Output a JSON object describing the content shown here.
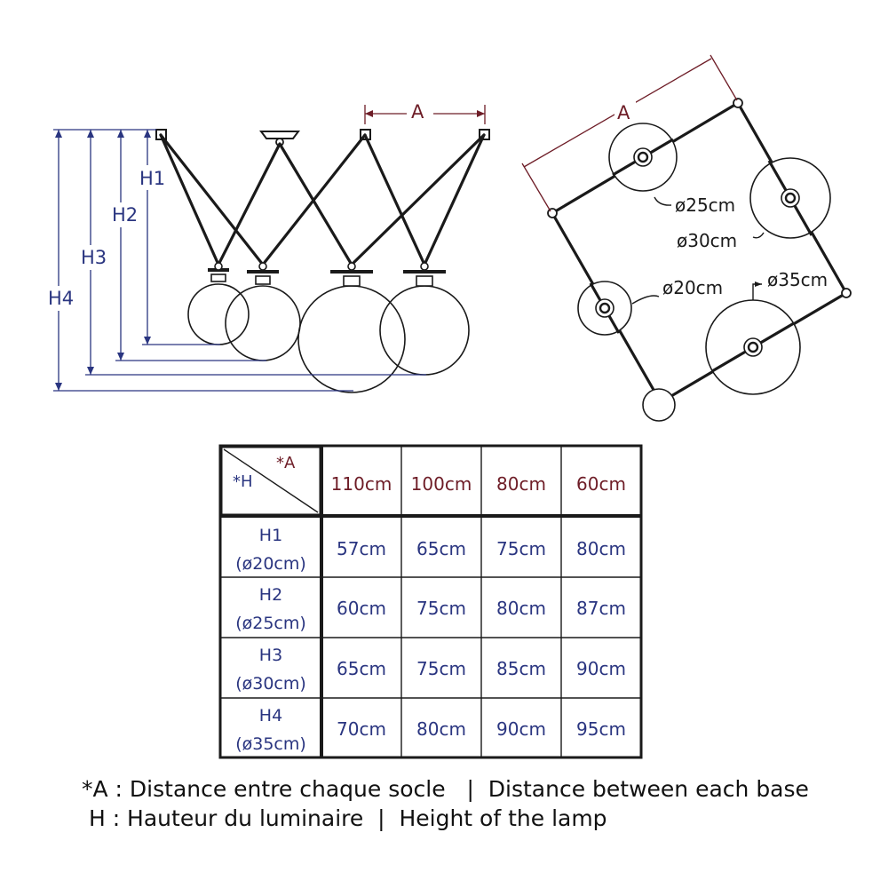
{
  "side_view": {
    "label_a": "A",
    "heights": [
      "H1",
      "H2",
      "H3",
      "H4"
    ]
  },
  "top_view": {
    "label_a": "A",
    "diameters": [
      "ø25cm",
      "ø30cm",
      "ø20cm",
      "ø35cm"
    ]
  },
  "table": {
    "corner_a": "*A",
    "corner_h": "*H",
    "distances": [
      "110cm",
      "100cm",
      "80cm",
      "60cm"
    ],
    "rows": [
      {
        "name": "H1",
        "diameter": "(ø20cm)",
        "values": [
          "57cm",
          "65cm",
          "75cm",
          "80cm"
        ]
      },
      {
        "name": "H2",
        "diameter": "(ø25cm)",
        "values": [
          "60cm",
          "75cm",
          "80cm",
          "87cm"
        ]
      },
      {
        "name": "H3",
        "diameter": "(ø30cm)",
        "values": [
          "65cm",
          "75cm",
          "85cm",
          "90cm"
        ]
      },
      {
        "name": "H4",
        "diameter": "(ø35cm)",
        "values": [
          "70cm",
          "80cm",
          "90cm",
          "95cm"
        ]
      }
    ]
  },
  "legend": {
    "line1": "*A : Distance entre chaque socle   |  Distance between each base",
    "line2": " H : Hauteur du luminaire  |  Height of the lamp"
  },
  "colors": {
    "dimension_blue": "#2a3580",
    "header_maroon": "#6e1d27",
    "line_dark": "#1a1a1a"
  }
}
